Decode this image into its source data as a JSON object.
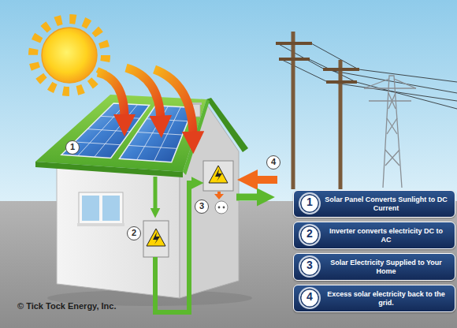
{
  "diagram": {
    "nodes": [
      {
        "text": [
          "Solar Panel Converts Sunlight to DC Current"
        ]
      },
      {
        "text": [
          "1"
        ],
        "in": 0
      },
      {
        "text": [
          "Inverter converts electricity DC to AC"
        ]
      },
      {
        "text": [
          "2"
        ],
        "in": 2
      },
      {
        "text": [
          "Solar Electricity Supplied to Your Home"
        ]
      },
      {
        "text": [
          "3"
        ],
        "in": 4
      },
      {
        "text": [
          "Excess solar electricity back to the grid."
        ]
      },
      {
        "text": [
          "4"
        ],
        "in": 6
      }
    ],
    "labels": [
      "1",
      "2",
      "3",
      "4",
      "© Tick Tock Energy, Inc."
    ]
  }
}
